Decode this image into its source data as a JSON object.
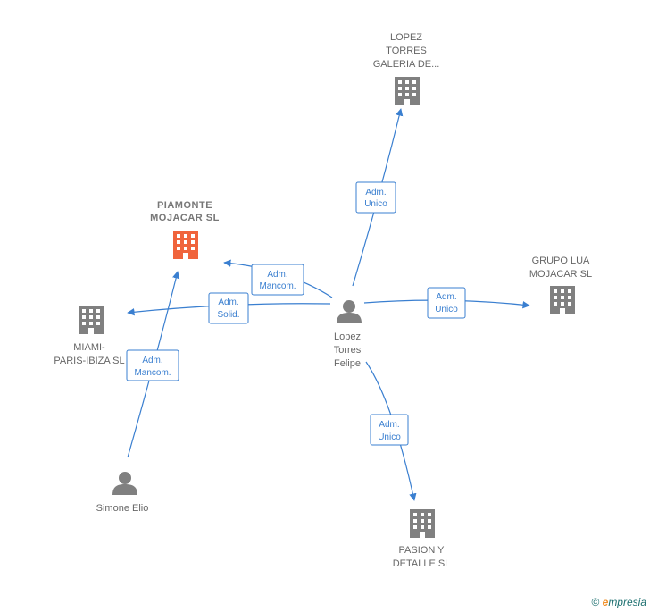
{
  "colors": {
    "edge": "#3a7fd0",
    "company": "#808080",
    "company_main": "#f0643c",
    "person": "#808080"
  },
  "nodes": [
    {
      "id": "piamonte",
      "kind": "company",
      "main": true,
      "lines": [
        "PIAMONTE",
        "MOJACAR  SL"
      ]
    },
    {
      "id": "lopez_galeria",
      "kind": "company",
      "lines": [
        "LOPEZ",
        "TORRES",
        "GALERIA DE..."
      ]
    },
    {
      "id": "grupo_lua",
      "kind": "company",
      "lines": [
        "GRUPO LUA",
        "MOJACAR SL"
      ]
    },
    {
      "id": "miami",
      "kind": "company",
      "lines": [
        "MIAMI-",
        "PARIS-IBIZA SL"
      ]
    },
    {
      "id": "pasion",
      "kind": "company",
      "lines": [
        "PASION Y",
        "DETALLE SL"
      ]
    },
    {
      "id": "lopez_felipe",
      "kind": "person",
      "lines": [
        "Lopez",
        "Torres",
        "Felipe"
      ]
    },
    {
      "id": "simone",
      "kind": "person",
      "lines": [
        "Simone Elio"
      ]
    }
  ],
  "edges": [
    {
      "from": "lopez_felipe",
      "to": "lopez_galeria",
      "label": [
        "Adm.",
        "Unico"
      ]
    },
    {
      "from": "lopez_felipe",
      "to": "piamonte",
      "label": [
        "Adm.",
        "Mancom."
      ]
    },
    {
      "from": "lopez_felipe",
      "to": "miami",
      "label": [
        "Adm.",
        "Solid."
      ]
    },
    {
      "from": "lopez_felipe",
      "to": "grupo_lua",
      "label": [
        "Adm.",
        "Unico"
      ]
    },
    {
      "from": "lopez_felipe",
      "to": "pasion",
      "label": [
        "Adm.",
        "Unico"
      ]
    },
    {
      "from": "simone",
      "to": "piamonte",
      "label": [
        "Adm.",
        "Mancom."
      ]
    }
  ],
  "footer": {
    "copyright": "©",
    "brand_initial": "e",
    "brand_rest": "mpresia"
  }
}
